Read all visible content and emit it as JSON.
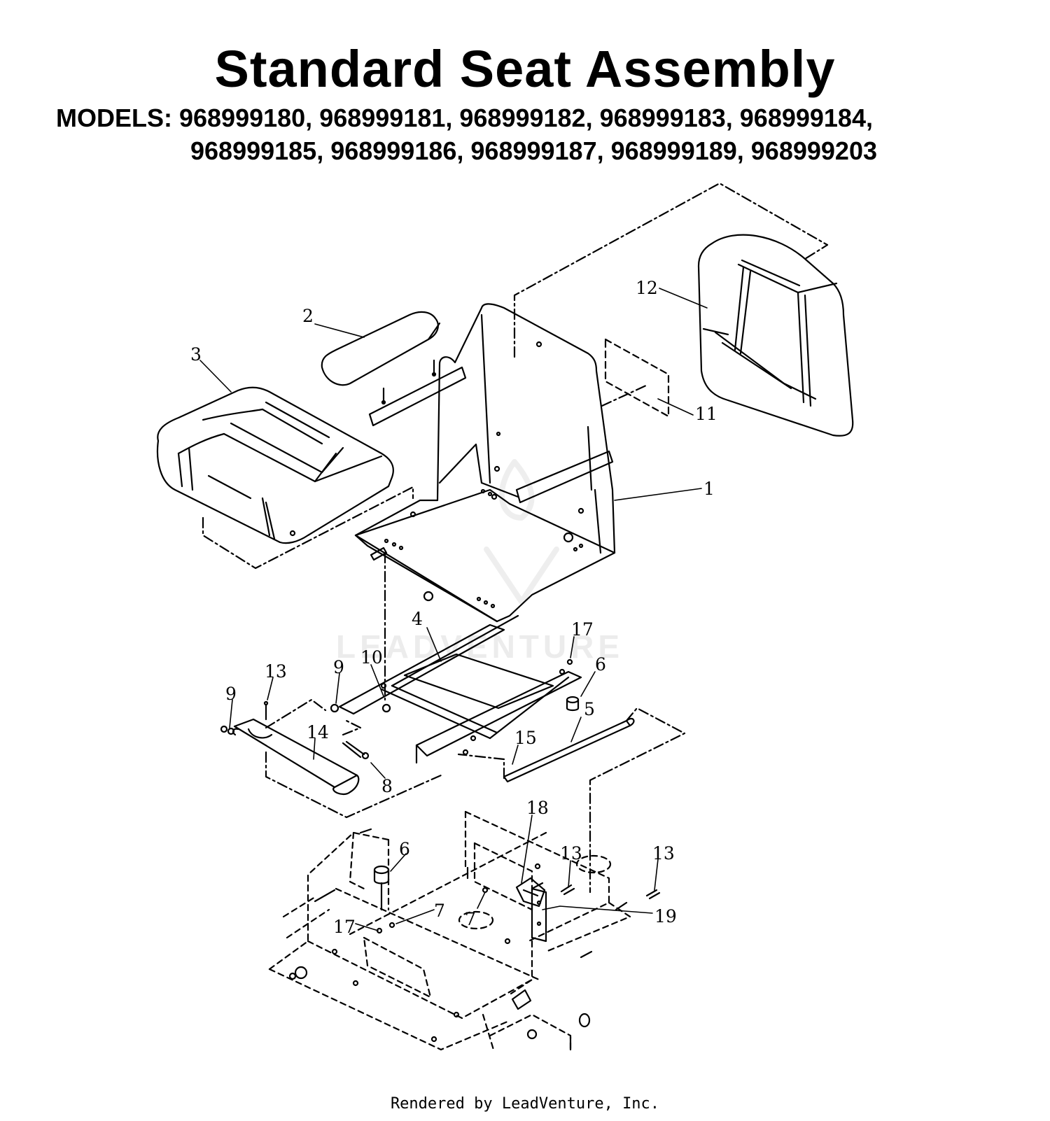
{
  "title": "Standard Seat Assembly",
  "models": {
    "line1": "MODELS: 968999180, 968999181, 968999182, 968999183, 968999184,",
    "line2": "968999185, 968999186, 968999187, 968999189, 968999203"
  },
  "watermark": "LEADVENTURE",
  "footer": "Rendered by LeadVenture, Inc.",
  "callouts": {
    "c1": "1",
    "c2": "2",
    "c3": "3",
    "c4": "4",
    "c5": "5",
    "c6a": "6",
    "c6b": "6",
    "c7a": "7",
    "c7b": "7",
    "c8": "8",
    "c9a": "9",
    "c9b": "9",
    "c10": "10",
    "c11": "11",
    "c12": "12",
    "c13a": "13",
    "c13b": "13",
    "c13c": "13",
    "c14": "14",
    "c15": "15",
    "c17a": "17",
    "c17b": "17",
    "c18": "18",
    "c19": "19"
  }
}
